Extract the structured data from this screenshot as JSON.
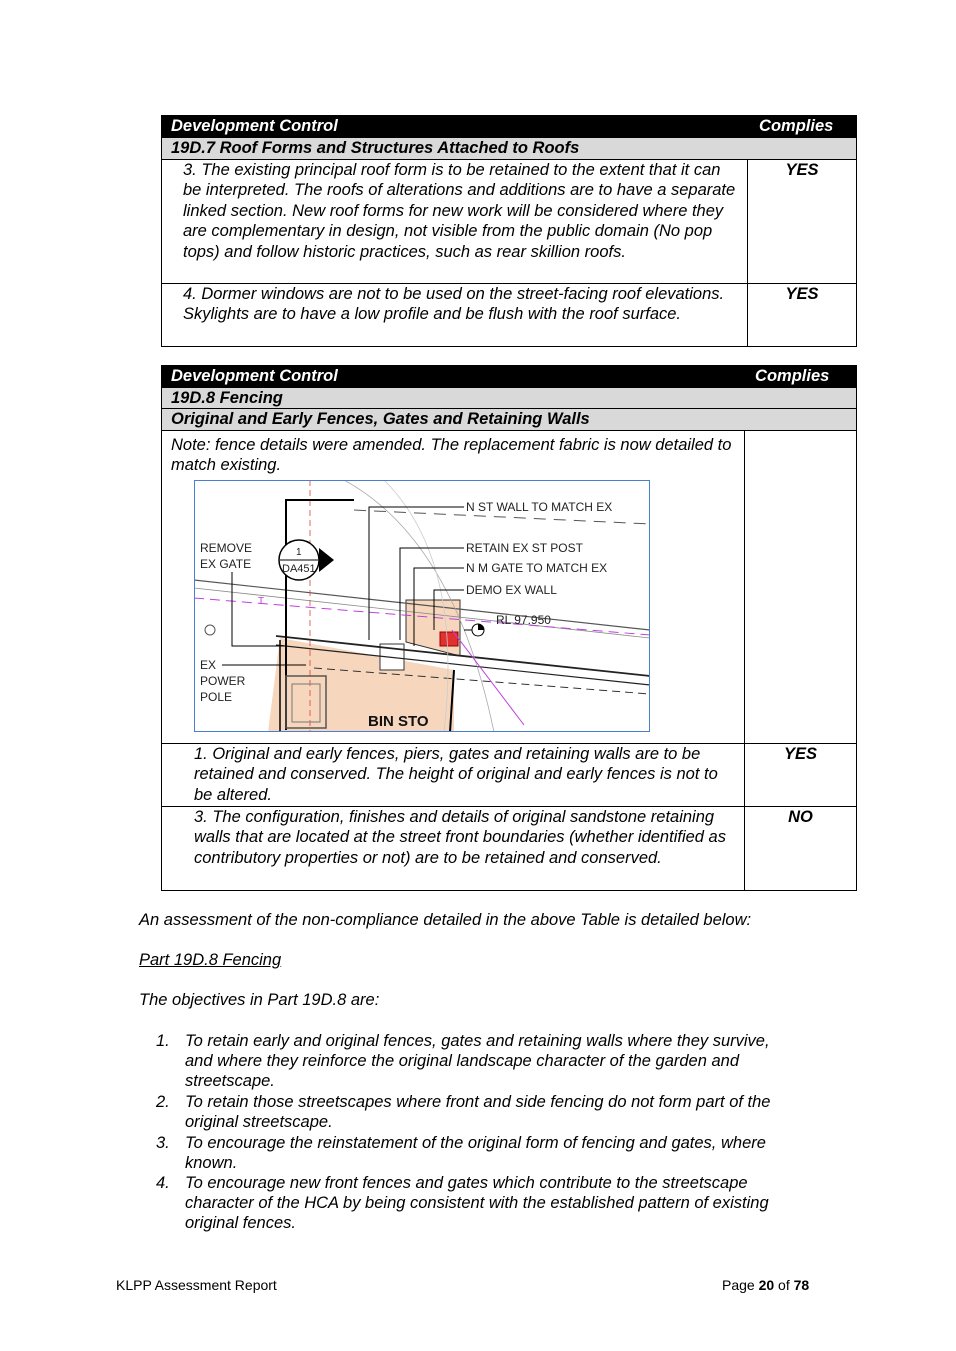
{
  "table1": {
    "header": {
      "control": "Development Control",
      "complies": "Complies"
    },
    "section": "19D.7 Roof Forms and Structures Attached to Roofs",
    "rows": [
      {
        "text": "3. The existing principal roof form is to be retained to the extent that it can be interpreted. The roofs of alterations and additions are to have a separate linked section. New roof forms for new work will be considered where they are complementary in design, not visible from the public domain (No pop tops) and follow historic practices, such as rear skillion roofs.",
        "complies": "YES"
      },
      {
        "text": "4. Dormer windows are not to be used on the street-facing roof elevations. Skylights are to have a low profile and be flush with the roof surface.",
        "complies": "YES"
      }
    ]
  },
  "table2": {
    "header": {
      "control": "Development Control",
      "complies": "Complies"
    },
    "section": "19D.8 Fencing",
    "subsection": "Original and Early Fences, Gates and Retaining Walls",
    "note": "Note: fence details were amended. The replacement fabric is now detailed to match existing.",
    "drawing_labels": {
      "n_st_wall": "N ST WALL TO MATCH EX",
      "remove_gate_1": "REMOVE",
      "remove_gate_2": "EX GATE",
      "callout_num": "1",
      "callout_ref": "DA451",
      "retain_post": "RETAIN EX ST POST",
      "nm_gate": "N M GATE TO MATCH EX",
      "demo_wall": "DEMO EX WALL",
      "rl": "RL 97.950",
      "pole_1": "EX",
      "pole_2": "POWER",
      "pole_3": "POLE",
      "bin": "BIN STO",
      "t_marker": "T"
    },
    "rows": [
      {
        "text": "1. Original and early fences, piers, gates and retaining walls are to be retained and conserved. The height of original and early fences is not to be altered.",
        "complies": "YES"
      },
      {
        "text": "3. The configuration, finishes and details of original sandstone retaining walls that are located at the street front boundaries (whether identified as contributory properties or not) are to be retained and conserved.",
        "complies": "NO"
      }
    ]
  },
  "body": {
    "intro": "An assessment of the non-compliance detailed in the above Table is detailed below:",
    "heading": "Part 19D.8 Fencing",
    "objectives_intro": "The objectives in Part 19D.8 are:",
    "objectives": [
      {
        "num": "1.",
        "line1": "To retain early and original fences, gates and retaining walls where they survive,",
        "line2": "and where they reinforce the original landscape character of the garden and",
        "line3": "streetscape."
      },
      {
        "num": "2.",
        "line1": "To retain those streetscapes where front and side fencing do not form part of the",
        "line2": "original streetscape.",
        "line3": ""
      },
      {
        "num": "3.",
        "line1": "To encourage the reinstatement of the original form of fencing and gates, where",
        "line2": "known.",
        "line3": ""
      },
      {
        "num": "4.",
        "line1": "To encourage new front fences and gates which contribute to the streetscape",
        "line2": "character of the HCA by being consistent with the established pattern of existing",
        "line3": "original fences."
      }
    ]
  },
  "footer": {
    "report": "KLPP Assessment Report",
    "page_prefix": "Page ",
    "page": "20",
    "of": " of ",
    "total": "78"
  }
}
